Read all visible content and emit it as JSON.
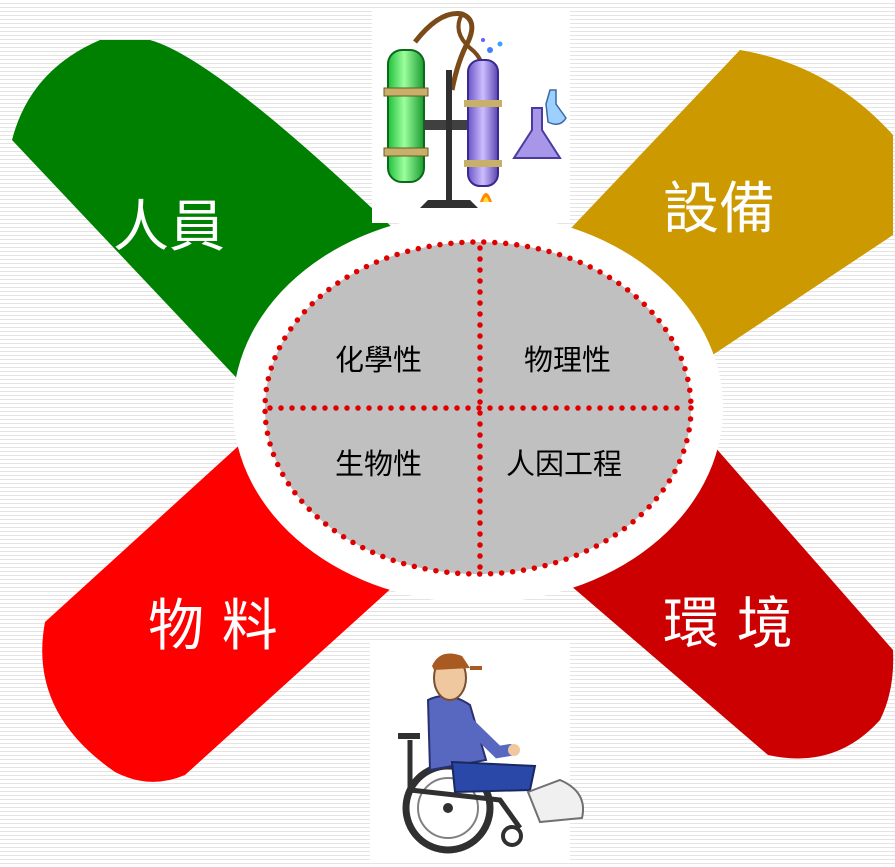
{
  "arms": {
    "personnel": {
      "label": "人員",
      "color": "#008000"
    },
    "equipment": {
      "label": "設備",
      "color": "#cc9900"
    },
    "materials": {
      "label": "物 料",
      "color": "#ff0000"
    },
    "environment": {
      "label": "環 境",
      "color": "#cc0000"
    }
  },
  "center": {
    "fill": "#c0c0c0",
    "dot_color": "#e00000",
    "quadrants": {
      "top_left": "化學性",
      "top_right": "物理性",
      "bottom_left": "生物性",
      "bottom_right": "人因工程"
    }
  },
  "images": {
    "top": {
      "icon": "chemistry-apparatus-icon"
    },
    "bottom": {
      "icon": "wheelchair-person-icon"
    }
  }
}
